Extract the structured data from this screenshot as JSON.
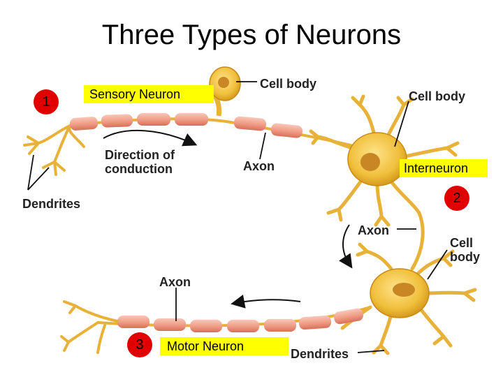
{
  "title": "Three Types of Neurons",
  "badges": {
    "one": "1",
    "two": "2",
    "three": "3"
  },
  "neurons": {
    "sensory": "Sensory Neuron",
    "interneuron": "Interneuron",
    "motor": "Motor Neuron"
  },
  "labels": {
    "cell_body_sensory": "Cell body",
    "cell_body_inter": "Cell body",
    "cell_body_motor": "Cell\nbody",
    "axon_sensory": "Axon",
    "axon_inter": "Axon",
    "axon_motor": "Axon",
    "direction": "Direction of\nconduction",
    "dendrites_left": "Dendrites",
    "dendrites_bottom": "Dendrites"
  },
  "colors": {
    "axon_segment": "#f2a48e",
    "axon_segment_dark": "#d8705a",
    "cell_body": "#f0bf3c",
    "cell_body_dark": "#c78a14",
    "nucleus": "#d9962a",
    "badge": "#e00000",
    "highlight": "#ffff00"
  }
}
